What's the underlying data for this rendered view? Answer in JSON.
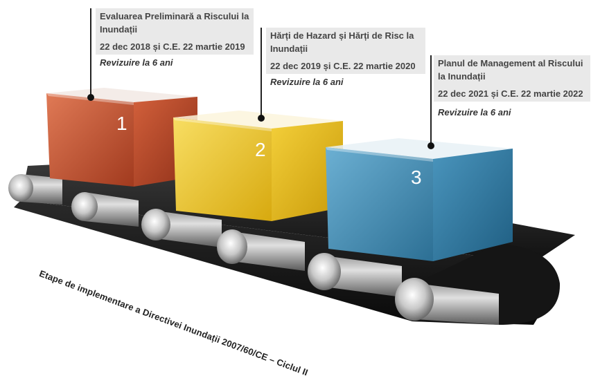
{
  "steps": [
    {
      "number": "1",
      "title_line1": "Evaluarea Preliminară a Riscului la",
      "title_line2": "Inundații",
      "dates": "22 dec 2018 și C.E. 22 martie 2019",
      "review": "Revizuire la 6 ani",
      "color": "#b5472a"
    },
    {
      "number": "2",
      "title_line1": "Hărți de Hazard și Hărți de Risc la",
      "title_line2": "Inundații",
      "dates": "22 dec 2019 și C.E. 22 martie 2020",
      "review": "Revizuire la 6 ani",
      "color": "#e3b617"
    },
    {
      "number": "3",
      "title_line1": "Planul de Management al Riscului",
      "title_line2": "la Inundații",
      "dates": "22 dec 2021 și C.E. 22 martie 2022",
      "review": "Revizuire la 6 ani",
      "color": "#2f7aa0"
    }
  ],
  "caption": "Etape de implementare a Directivei Inundații 2007/60/CE – Ciclul II"
}
